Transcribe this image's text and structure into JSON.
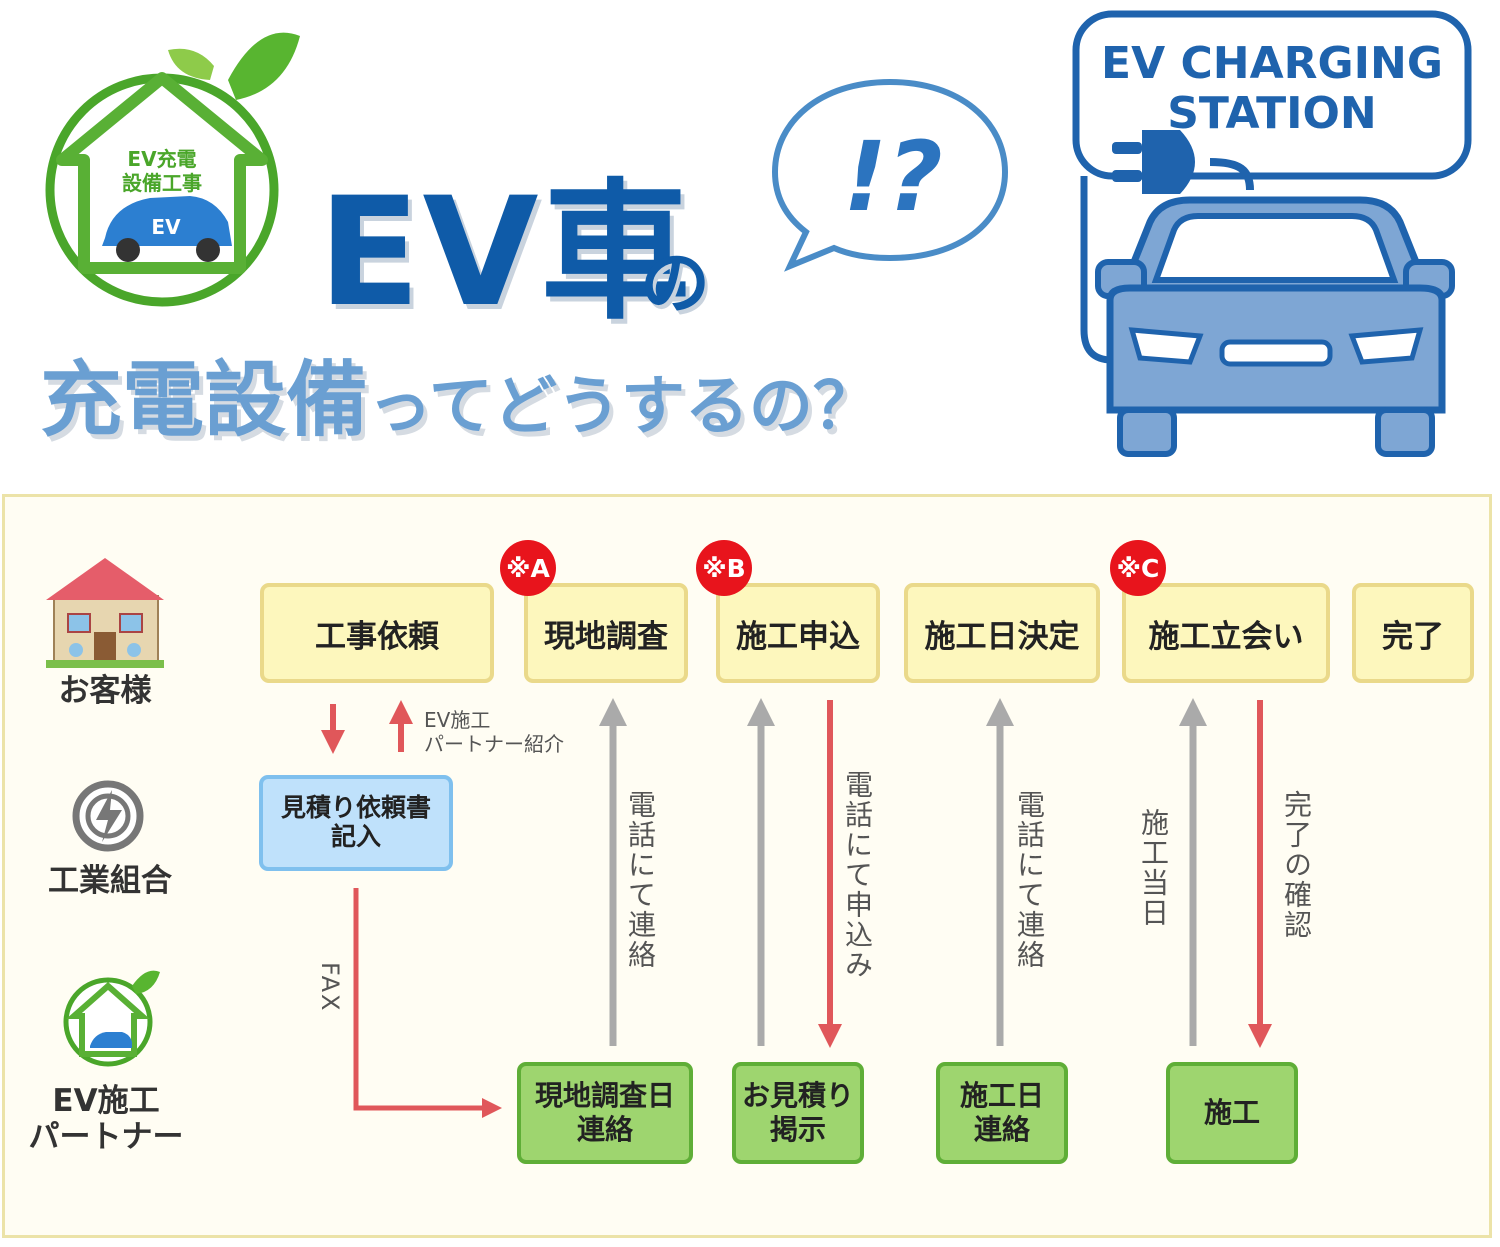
{
  "header": {
    "title_main": "EV車",
    "title_particle": "の",
    "title_line2_a": "充電設備",
    "title_line2_b": "ってどうするの？",
    "exclamation": "!?",
    "logo_line1": "EV充電",
    "logo_line2": "設備工事",
    "logo_car": "EV",
    "station_line1": "EV CHARGING",
    "station_line2": "STATION"
  },
  "roles": {
    "customer": "お客様",
    "union": "工業組合",
    "partner_line1": "EV施工",
    "partner_line2": "パートナー"
  },
  "steps": [
    {
      "label": "工事依頼"
    },
    {
      "label": "現地調査",
      "marker": "※A"
    },
    {
      "label": "施工申込",
      "marker": "※B"
    },
    {
      "label": "施工日決定"
    },
    {
      "label": "施工立会い",
      "marker": "※C"
    },
    {
      "label": "完了"
    }
  ],
  "union_box": {
    "line1": "見積り依頼書",
    "line2": "記入"
  },
  "partner_boxes": [
    {
      "line1": "現地調査日",
      "line2": "連絡"
    },
    {
      "line1": "お見積り",
      "line2": "掲示"
    },
    {
      "line1": "施工日",
      "line2": "連絡"
    },
    {
      "line1": "施工"
    }
  ],
  "arrow_labels": {
    "intro_1": "EV施工",
    "intro_2": "パートナー紹介",
    "fax": "FAX",
    "phone_contact_1": "電話にて連絡",
    "phone_apply": "電話にて申込み",
    "phone_contact_2": "電話にて連絡",
    "construction_day": "施工当日",
    "completion_check": "完了の確認"
  },
  "colors": {
    "blue_title": "#0f5ba8",
    "light_blue_title": "#6a9fd2",
    "step_fill": "#fdf7bd",
    "union_fill": "#bfe1fb",
    "partner_fill": "#9ed56f",
    "red_arrow": "#e0575a",
    "gray_arrow": "#aaaaaa",
    "marker": "#e8141c"
  }
}
